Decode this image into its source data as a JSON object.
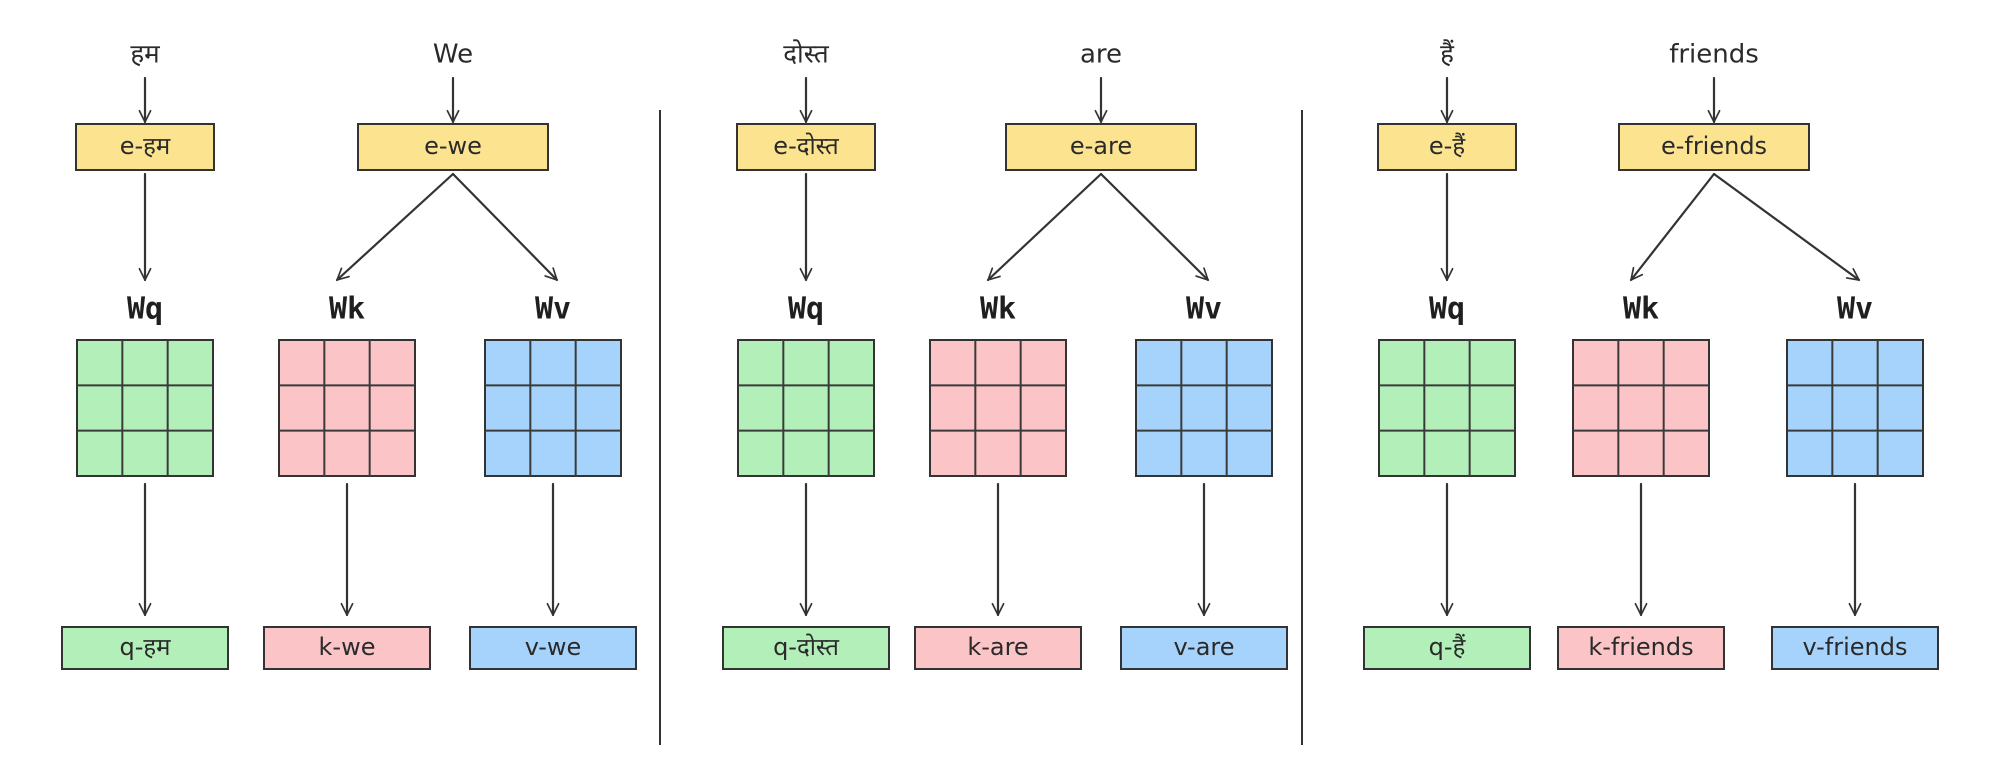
{
  "colors": {
    "embedding": "#fbe38f",
    "query": "#b3efb8",
    "key": "#fbc5c8",
    "value": "#a6d3fb",
    "ink": "#333333"
  },
  "panels": [
    {
      "tokens": [
        {
          "word": "हम",
          "embedding": "e-हम",
          "kind": "query",
          "matrix": "Wq",
          "output": "q-हम"
        },
        {
          "word": "We",
          "embedding": "e-we",
          "kind": "key-value",
          "matrices": [
            "Wk",
            "Wv"
          ],
          "outputs": [
            "k-we",
            "v-we"
          ]
        }
      ]
    },
    {
      "tokens": [
        {
          "word": "दोस्त",
          "embedding": "e-दोस्त",
          "kind": "query",
          "matrix": "Wq",
          "output": "q-दोस्त"
        },
        {
          "word": "are",
          "embedding": "e-are",
          "kind": "key-value",
          "matrices": [
            "Wk",
            "Wv"
          ],
          "outputs": [
            "k-are",
            "v-are"
          ]
        }
      ]
    },
    {
      "tokens": [
        {
          "word": "हैं",
          "embedding": "e-हैं",
          "kind": "query",
          "matrix": "Wq",
          "output": "q-हैं"
        },
        {
          "word": "friends",
          "embedding": "e-friends",
          "kind": "key-value",
          "matrices": [
            "Wk",
            "Wv"
          ],
          "outputs": [
            "k-friends",
            "v-friends"
          ]
        }
      ]
    }
  ]
}
